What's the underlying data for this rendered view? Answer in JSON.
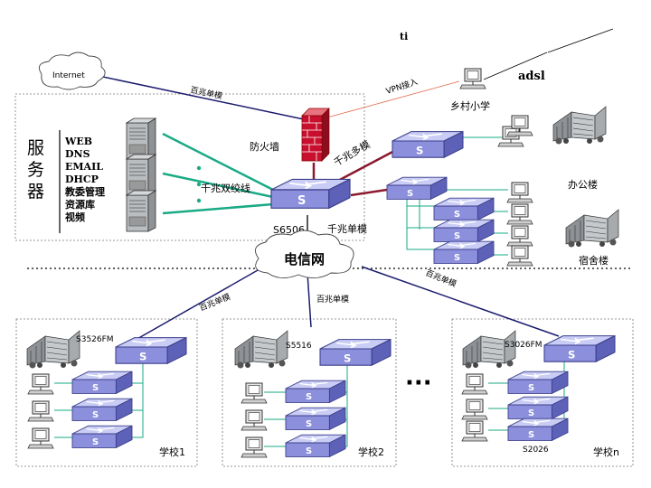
{
  "top_mark": "ti",
  "internet": "Internet",
  "adsl": "adsl",
  "links": {
    "baizhao_1": "百兆单模",
    "vpn": "VPN接入",
    "qianzhao_duomo": "千兆多模",
    "qianzhao_shuangjiao": "千兆双绞线",
    "qianzhao_danmo": "千兆单模",
    "baizhao_left": "百兆单模",
    "baizhao_mid": "百兆单模",
    "baizhao_right": "百兆单模"
  },
  "server": {
    "title": "服务器",
    "services": [
      "WEB",
      "DNS",
      "EMAIL",
      "DHCP",
      "教委管理",
      "资源库",
      "视频"
    ]
  },
  "firewall": "防火墙",
  "core_switch": "S6506",
  "rural_school": "乡村小学",
  "office": "办公楼",
  "dorm": "宿舍楼",
  "telecom": "电信网",
  "schools": [
    {
      "model": "S3526FM",
      "name": "学校1",
      "sub": ""
    },
    {
      "model": "S5516",
      "name": "学校2",
      "sub": ""
    },
    {
      "model": "S3026FM",
      "name": "学校n",
      "sub": "S2026"
    }
  ],
  "ellipsis": "···",
  "colors": {
    "switch": "#8b8fdc",
    "green_link": "#1aaa86",
    "maroon_link": "#8b1a2e",
    "navy_link": "#1c1c6e",
    "firewall": "#c8102e"
  }
}
